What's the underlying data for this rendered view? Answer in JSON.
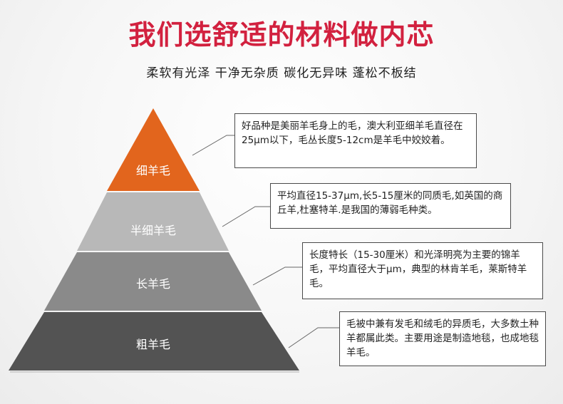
{
  "header": {
    "title": "我们选舒适的材料做内芯",
    "subtitle": "柔软有光泽  干净无杂质  碳化无异味  蓬松不板结"
  },
  "tiers": [
    {
      "label": "细羊毛",
      "color": "#e2651d",
      "description": "好品种是美丽羊毛身上的毛，澳大利亚细羊毛直径在25μm以下，毛丛长度5-12cm是羊毛中姣姣着。"
    },
    {
      "label": "半细羊毛",
      "color": "#b8b8b8",
      "description": "平均直径15-37μm,长5-15厘米的同质毛,如英国的商丘羊,杜塞特羊.是我国的薄弱毛种类。"
    },
    {
      "label": "长羊毛",
      "color": "#8a8a8a",
      "description": "长度特长（15-30厘米）和光泽明亮为主要的锦羊毛，平均直径大于μm，典型的林肯羊毛，莱斯特羊毛。"
    },
    {
      "label": "粗羊毛",
      "color": "#535353",
      "description": "毛被中兼有发毛和绒毛的异质毛，大多数土种羊都属此类。主要用途是制造地毯，也成地毯羊毛。"
    }
  ]
}
